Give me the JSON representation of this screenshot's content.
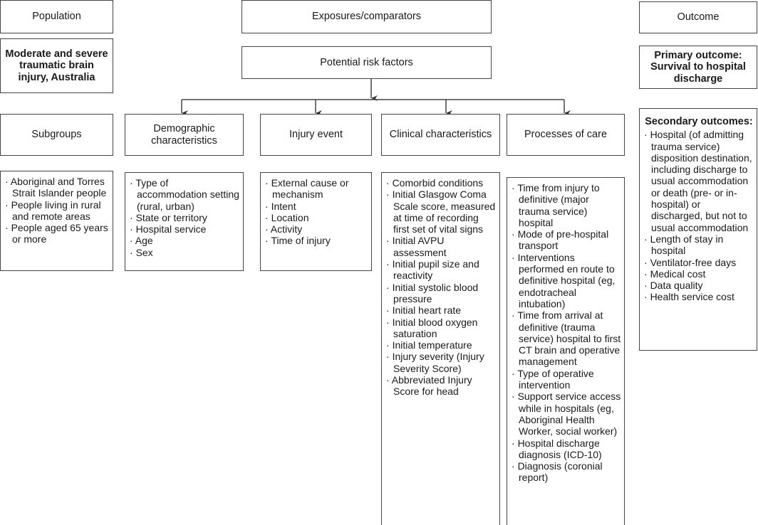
{
  "headers": {
    "population": "Population",
    "exposures": "Exposures/comparators",
    "outcome": "Outcome"
  },
  "population": {
    "description": "Moderate and severe traumatic brain injury, Australia"
  },
  "risk_factors": {
    "label": "Potential risk factors"
  },
  "primary_outcome": "Primary outcome: Survival to hospital discharge",
  "categories": {
    "subgroups": "Subgroups",
    "demographic": "Demographic characteristics",
    "injury": "Injury event",
    "clinical": "Clinical characteristics",
    "processes": "Processes of care"
  },
  "lists": {
    "subgroups": [
      "Aboriginal and Torres Strait Islander people",
      "People living in rural and remote areas",
      "People aged 65 years or more"
    ],
    "demographic": [
      "Type of accommodation setting (rural, urban)",
      "State or territory",
      "Hospital service",
      "Age",
      "Sex"
    ],
    "injury": [
      "External cause or mechanism",
      "Intent",
      "Location",
      "Activity",
      "Time of injury"
    ],
    "clinical": [
      "Comorbid conditions",
      "Initial Glasgow Coma Scale score, measured at time of recording first set of vital signs",
      "Initial AVPU assessment",
      "Initial pupil size and reactivity",
      "Initial systolic blood pressure",
      "Initial heart rate",
      "Initial blood oxygen saturation",
      "Initial temperature",
      "Injury severity (Injury Severity Score)",
      "Abbreviated Injury Score for head"
    ],
    "processes": [
      "Time from injury to definitive (major trauma service) hospital",
      "Mode of pre-hospital transport",
      "Interventions performed en route to definitive hospital (eg, endotracheal intubation)",
      "Time from arrival at definitive (trauma service) hospital to first CT brain and operative management",
      "Type of operative intervention",
      "Support service access while in hospitals (eg, Aboriginal Health Worker, social worker)",
      "Hospital discharge diagnosis (ICD-10)",
      "Diagnosis (coronial report)"
    ]
  },
  "secondary": {
    "title": "Secondary outcomes:",
    "items": [
      "Hospital (of admitting trauma service) disposition destination, including discharge to usual accommodation or death (pre- or in-hospital) or discharged, but not to usual accommodation",
      "Length of stay in hospital",
      "Ventilator-free days",
      "Medical cost",
      "Data quality",
      "Health service cost"
    ]
  }
}
